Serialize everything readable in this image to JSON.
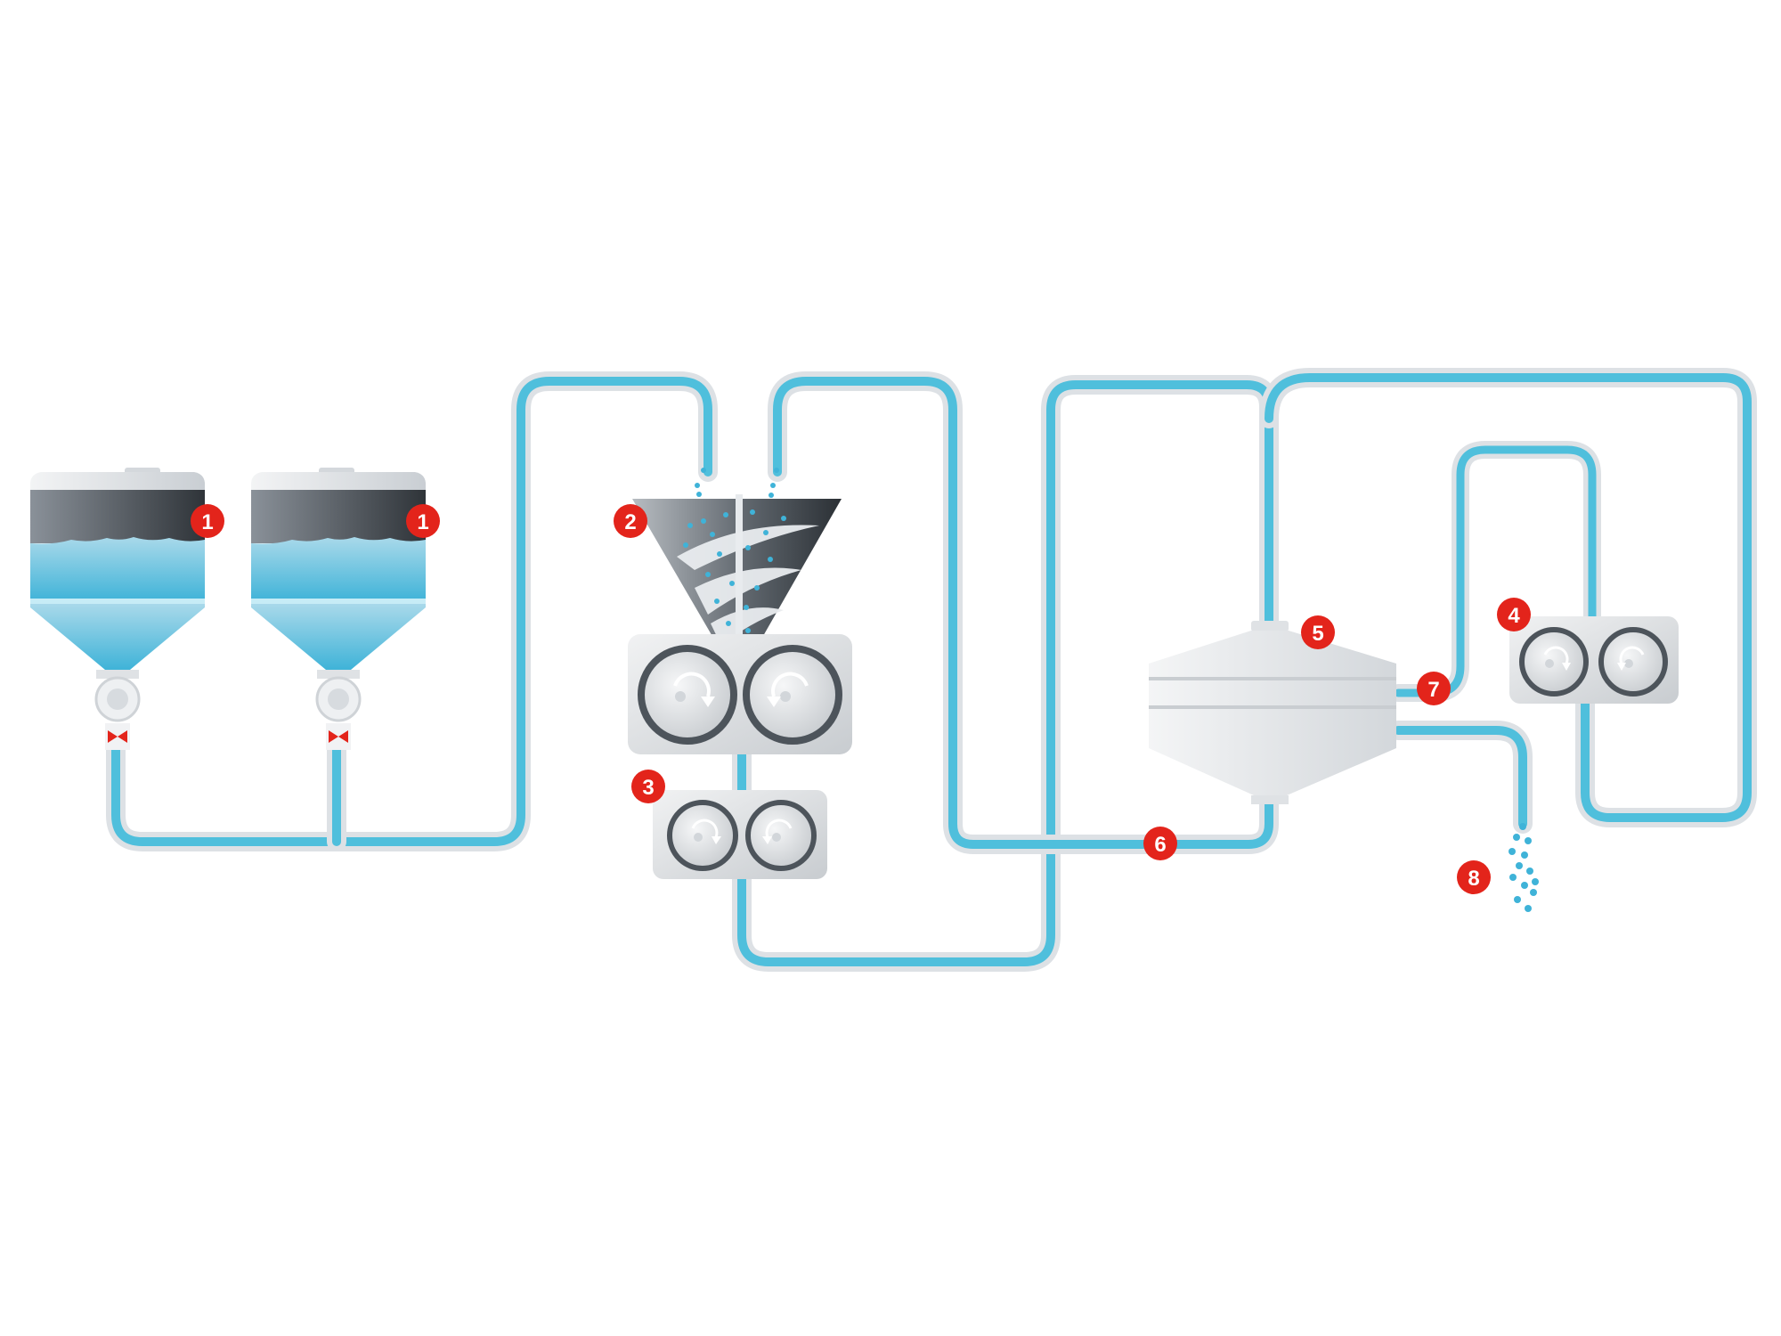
{
  "diagram": {
    "markers": [
      {
        "id": "silo-left",
        "label": "1"
      },
      {
        "id": "silo-right",
        "label": "1"
      },
      {
        "id": "screw-feeder",
        "label": "2"
      },
      {
        "id": "crusher",
        "label": "3"
      },
      {
        "id": "refiner",
        "label": "4"
      },
      {
        "id": "separator",
        "label": "5"
      },
      {
        "id": "fine-return",
        "label": "6"
      },
      {
        "id": "coarse-line",
        "label": "7"
      },
      {
        "id": "product",
        "label": "8"
      }
    ],
    "colors": {
      "pipe": "#4fbfdc",
      "pipe_casing": "#dde1e5",
      "marker": "#e3241b",
      "material": "#3fb3d8",
      "valve": "#e3241b"
    },
    "icons": [
      "valve-icon",
      "rotation-arrow-icon",
      "particle-icon"
    ]
  }
}
